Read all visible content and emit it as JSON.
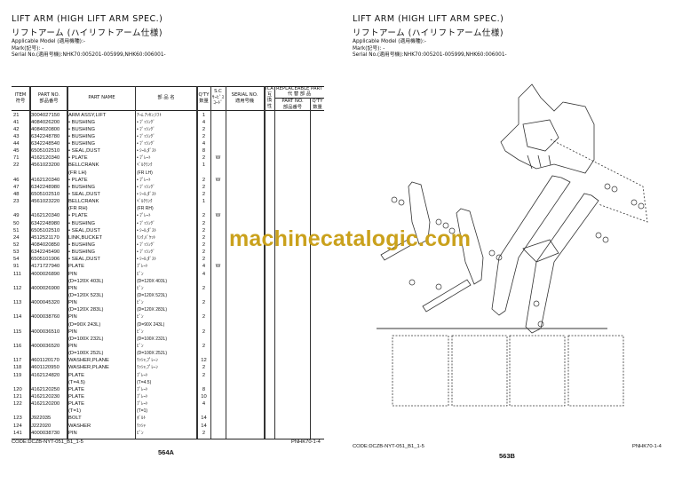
{
  "left_page": {
    "title_en": "LIFT ARM (HIGH LIFT ARM SPEC.)",
    "title_jp": "リフトアーム (ハイリフトアーム仕様)",
    "applicable_model": "Applicable Model (適用機種):-",
    "mark": "Mark(記号): -",
    "serial": "Serial No.(適用号機):NHK70:005201-005999,NHK60:006001-",
    "headers": {
      "item": "ITEM",
      "item_jp": "符号",
      "part_no": "PART NO.",
      "part_no_jp": "部品番号",
      "part_name": "PART NAME",
      "part_name_jp": "部 品 名",
      "qty": "Q'TY",
      "qty_jp": "数量",
      "sc": "S.C",
      "sc_jp1": "ｻｰﾋﾞｽ",
      "sc_jp2": "ｺｰﾄﾞ",
      "serial": "SERIAL NO.",
      "serial_jp": "適用号機",
      "ica": "ICA",
      "ica_jp1": "互",
      "ica_jp2": "換",
      "ica_jp3": "性",
      "replaceable": "REPLACEABLE PART",
      "replaceable_jp": "代 替 部 品",
      "rep_part_no": "PART NO.",
      "rep_part_no_jp": "部品番号",
      "rep_qty": "Q'TY",
      "rep_qty_jp": "数量"
    },
    "rows": [
      {
        "item": "21",
        "part_no": "3004027150",
        "name": "ARM ASSY,LIFT",
        "name_jp": "ｱｰﾑ ｱｯｾﾝ,ﾘﾌﾄ",
        "qty": "1",
        "sc": ""
      },
      {
        "item": "41",
        "part_no": "4084026200",
        "name": "• BUSHING",
        "name_jp": "• ﾌﾞｯｼﾝｸﾞ",
        "qty": "4",
        "sc": ""
      },
      {
        "item": "42",
        "part_no": "4084020800",
        "name": "• BUSHING",
        "name_jp": "• ﾌﾞｯｼﾝｸﾞ",
        "qty": "2",
        "sc": ""
      },
      {
        "item": "43",
        "part_no": "6342248780",
        "name": "• BUSHING",
        "name_jp": "• ﾌﾞｯｼﾝｸﾞ",
        "qty": "2",
        "sc": ""
      },
      {
        "item": "44",
        "part_no": "6342248540",
        "name": "• BUSHING",
        "name_jp": "• ﾌﾞｯｼﾝｸﾞ",
        "qty": "4",
        "sc": ""
      },
      {
        "item": "45",
        "part_no": "6505102510",
        "name": "• SEAL,DUST",
        "name_jp": "• ｼｰﾙ,ﾀﾞｽﾄ",
        "qty": "8",
        "sc": ""
      },
      {
        "item": "71",
        "part_no": "4162120340",
        "name": "• PLATE",
        "name_jp": "• ﾌﾟﾚｰﾄ",
        "qty": "2",
        "sc": "W"
      },
      {
        "item": "22",
        "part_no": "4561023200",
        "name": "BELLCRANK",
        "name_jp": "ﾍﾞﾙｸﾗﾝｸ",
        "qty": "1",
        "sc": ""
      },
      {
        "item": "",
        "part_no": "",
        "name": " (FR LH)",
        "name_jp": "(FR LH)",
        "qty": "",
        "sc": ""
      },
      {
        "item": "46",
        "part_no": "4162120340",
        "name": "• PLATE",
        "name_jp": "• ﾌﾟﾚｰﾄ",
        "qty": "2",
        "sc": "W"
      },
      {
        "item": "47",
        "part_no": "6342248980",
        "name": "• BUSHING",
        "name_jp": "• ﾌﾞｯｼﾝｸﾞ",
        "qty": "2",
        "sc": ""
      },
      {
        "item": "48",
        "part_no": "6505102510",
        "name": "• SEAL,DUST",
        "name_jp": "• ｼｰﾙ,ﾀﾞｽﾄ",
        "qty": "2",
        "sc": ""
      },
      {
        "item": "23",
        "part_no": "4561023220",
        "name": "BELLCRANK",
        "name_jp": "ﾍﾞﾙｸﾗﾝｸ",
        "qty": "1",
        "sc": ""
      },
      {
        "item": "",
        "part_no": "",
        "name": " (FR RH)",
        "name_jp": "(FR RH)",
        "qty": "",
        "sc": ""
      },
      {
        "item": "49",
        "part_no": "4162120340",
        "name": "• PLATE",
        "name_jp": "• ﾌﾟﾚｰﾄ",
        "qty": "2",
        "sc": "W"
      },
      {
        "item": "50",
        "part_no": "6342248980",
        "name": "• BUSHING",
        "name_jp": "• ﾌﾞｯｼﾝｸﾞ",
        "qty": "2",
        "sc": ""
      },
      {
        "item": "51",
        "part_no": "6505102510",
        "name": "• SEAL,DUST",
        "name_jp": "• ｼｰﾙ,ﾀﾞｽﾄ",
        "qty": "2",
        "sc": ""
      },
      {
        "item": "24",
        "part_no": "4512521170",
        "name": "LINK,BUCKET",
        "name_jp": "ﾘﾝｸ,ﾊﾞｹｯﾄ",
        "qty": "2",
        "sc": ""
      },
      {
        "item": "52",
        "part_no": "4084020850",
        "name": "• BUSHING",
        "name_jp": "• ﾌﾞｯｼﾝｸﾞ",
        "qty": "2",
        "sc": ""
      },
      {
        "item": "53",
        "part_no": "6342245490",
        "name": "• BUSHING",
        "name_jp": "• ﾌﾞｯｼﾝｸﾞ",
        "qty": "2",
        "sc": ""
      },
      {
        "item": "54",
        "part_no": "6505101906",
        "name": "• SEAL,DUST",
        "name_jp": "• ｼｰﾙ,ﾀﾞｽﾄ",
        "qty": "2",
        "sc": ""
      },
      {
        "item": "91",
        "part_no": "4171727940",
        "name": "PLATE",
        "name_jp": "ﾌﾟﾚｰﾄ",
        "qty": "4",
        "sc": "W"
      },
      {
        "item": "111",
        "part_no": "4000026890",
        "name": "PIN",
        "name_jp": "ﾋﾟﾝ",
        "qty": "4",
        "sc": ""
      },
      {
        "item": "",
        "part_no": "",
        "name": " (D=120X 403L)",
        "name_jp": "(D=120X 403L)",
        "qty": "",
        "sc": ""
      },
      {
        "item": "112",
        "part_no": "4000026900",
        "name": "PIN",
        "name_jp": "ﾋﾟﾝ",
        "qty": "2",
        "sc": ""
      },
      {
        "item": "",
        "part_no": "",
        "name": " (D=120X 523L)",
        "name_jp": "(D=120X 523L)",
        "qty": "",
        "sc": ""
      },
      {
        "item": "113",
        "part_no": "4000045320",
        "name": "PIN",
        "name_jp": "ﾋﾟﾝ",
        "qty": "2",
        "sc": ""
      },
      {
        "item": "",
        "part_no": "",
        "name": " (D=120X 283L)",
        "name_jp": "(D=120X 283L)",
        "qty": "",
        "sc": ""
      },
      {
        "item": "114",
        "part_no": "4000038760",
        "name": "PIN",
        "name_jp": "ﾋﾟﾝ",
        "qty": "2",
        "sc": ""
      },
      {
        "item": "",
        "part_no": "",
        "name": " (D=90X 243L)",
        "name_jp": "(D=90X 243L)",
        "qty": "",
        "sc": ""
      },
      {
        "item": "115",
        "part_no": "4000036510",
        "name": "PIN",
        "name_jp": "ﾋﾟﾝ",
        "qty": "2",
        "sc": ""
      },
      {
        "item": "",
        "part_no": "",
        "name": " (D=100X 232L)",
        "name_jp": "(D=100X 232L)",
        "qty": "",
        "sc": ""
      },
      {
        "item": "116",
        "part_no": "4000036520",
        "name": "PIN",
        "name_jp": "ﾋﾟﾝ",
        "qty": "2",
        "sc": ""
      },
      {
        "item": "",
        "part_no": "",
        "name": " (D=100X 252L)",
        "name_jp": "(D=100X 252L)",
        "qty": "",
        "sc": ""
      },
      {
        "item": "117",
        "part_no": "4601120170",
        "name": "WASHER,PLANE",
        "name_jp": "ﾜｯｼｬ,ﾌﾟﾚｰﾝ",
        "qty": "12",
        "sc": ""
      },
      {
        "item": "118",
        "part_no": "4601120950",
        "name": "WASHER,PLANE",
        "name_jp": "ﾜｯｼｬ,ﾌﾟﾚｰﾝ",
        "qty": "2",
        "sc": ""
      },
      {
        "item": "119",
        "part_no": "4162124820",
        "name": "PLATE",
        "name_jp": "ﾌﾟﾚｰﾄ",
        "qty": "2",
        "sc": ""
      },
      {
        "item": "",
        "part_no": "",
        "name": " (T=4.5)",
        "name_jp": "(T=4.5)",
        "qty": "",
        "sc": ""
      },
      {
        "item": "120",
        "part_no": "4162120250",
        "name": "PLATE",
        "name_jp": "ﾌﾟﾚｰﾄ",
        "qty": "8",
        "sc": ""
      },
      {
        "item": "121",
        "part_no": "4162120230",
        "name": "PLATE",
        "name_jp": "ﾌﾟﾚｰﾄ",
        "qty": "10",
        "sc": ""
      },
      {
        "item": "122",
        "part_no": "4162120200",
        "name": "PLATE",
        "name_jp": "ﾌﾟﾚｰﾄ",
        "qty": "4",
        "sc": ""
      },
      {
        "item": "",
        "part_no": "",
        "name": " (T=1)",
        "name_jp": "(T=1)",
        "qty": "",
        "sc": ""
      },
      {
        "item": "123",
        "part_no": "J922035",
        "name": "BOLT",
        "name_jp": "ﾎﾞﾙﾄ",
        "qty": "14",
        "sc": ""
      },
      {
        "item": "124",
        "part_no": "J222020",
        "name": "WASHER",
        "name_jp": "ﾜｯｼｬ",
        "qty": "14",
        "sc": ""
      },
      {
        "item": "141",
        "part_no": "4000038730",
        "name": "PIN",
        "name_jp": "ﾋﾟﾝ",
        "qty": "2",
        "sc": ""
      }
    ],
    "code": "CODE:DCZB-NYT-051_B1_1-5",
    "page_ref": "PNHK70-1-4",
    "page_number": "564A"
  },
  "right_page": {
    "title_en": "LIFT ARM (HIGH LIFT ARM SPEC.)",
    "title_jp": "リフトアーム (ハイリフトアーム仕様)",
    "applicable_model": "Applicable Model (適用機種):-",
    "mark": "Mark(記号): -",
    "serial": "Serial No.(適用号機):NHK70:005201-005999,NHK60:006001-",
    "code": "CODE:DCZB-NYT-051_B1_1-5",
    "page_ref": "PNHK70-1-4",
    "page_number": "563B"
  },
  "watermark": "machinecatalogic.com",
  "colors": {
    "watermark": "#caa11c",
    "ink": "#111111"
  }
}
